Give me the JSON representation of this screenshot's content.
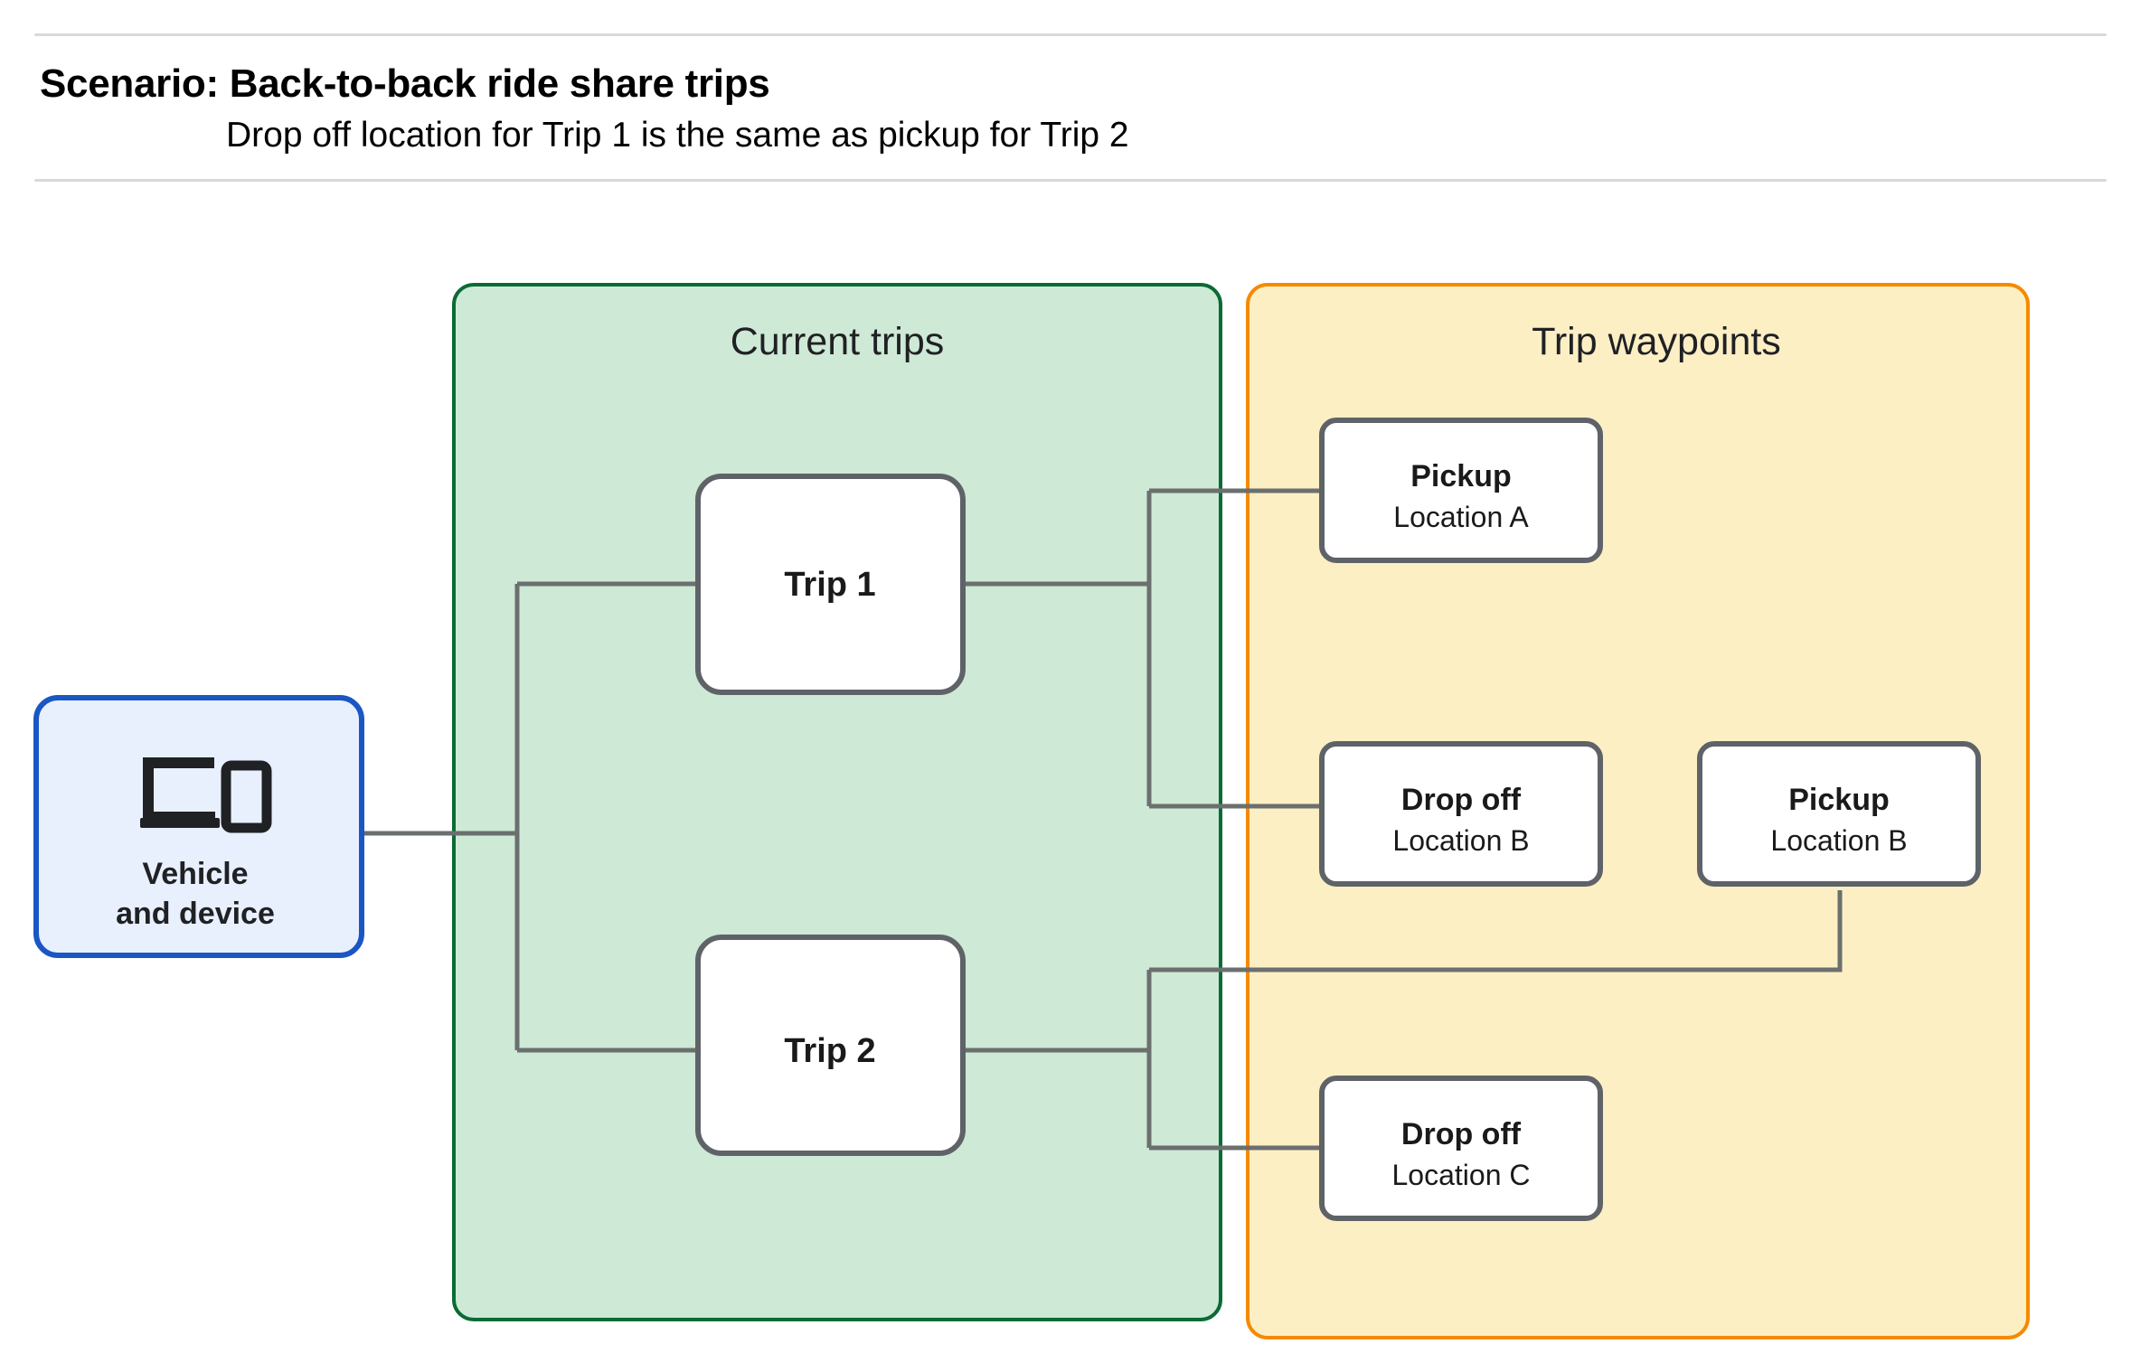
{
  "header": {
    "title": "Scenario: Back-to-back ride share trips",
    "subtitle": "Drop off  location for Trip 1 is the same as pickup for Trip 2"
  },
  "colors": {
    "group_trips_fill": "#cee9d6",
    "group_trips_border": "#0b6b35",
    "group_waypoints_fill": "#fcefc4",
    "group_waypoints_border": "#f58a00",
    "vehicle_fill": "#e8f0fe",
    "vehicle_border": "#1a56c4",
    "node_fill": "#ffffff",
    "node_border": "#5f6368",
    "connector": "#6b6f6e",
    "rule": "#d9d9d9"
  },
  "groups": {
    "current_trips": {
      "label": "Current trips"
    },
    "trip_waypoints": {
      "label": "Trip waypoints"
    }
  },
  "vehicle": {
    "icon": "laptop-and-phone-icon",
    "line1": "Vehicle",
    "line2": "and device"
  },
  "trips": [
    {
      "label": "Trip 1"
    },
    {
      "label": "Trip 2"
    }
  ],
  "waypoints": [
    {
      "type": "Pickup",
      "location": "Location A"
    },
    {
      "type": "Drop off",
      "location": "Location B"
    },
    {
      "type": "Pickup",
      "location": "Location B"
    },
    {
      "type": "Drop off",
      "location": "Location C"
    }
  ]
}
